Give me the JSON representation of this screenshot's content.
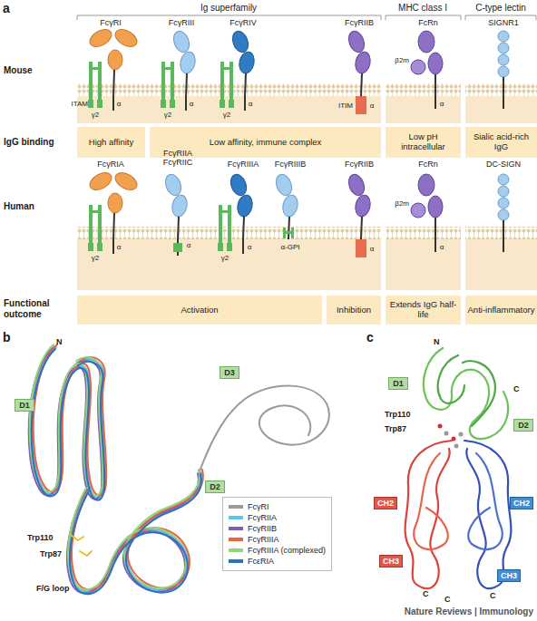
{
  "diagram": {
    "nodes": [
      {
        "text": [
          "High affinity"
        ]
      },
      {
        "text": [
          "Low affinity, immune complex"
        ]
      },
      {
        "text": [
          "Low pH intracellular"
        ]
      },
      {
        "text": [
          "Sialic acid-rich IgG"
        ]
      },
      {
        "text": [
          "Activation"
        ]
      },
      {
        "text": [
          "Inhibition"
        ]
      },
      {
        "text": [
          "Extends IgG half-life"
        ]
      },
      {
        "text": [
          "Anti-inflammatory"
        ]
      },
      {
        "text": [
          "D1"
        ]
      },
      {
        "text": [
          "D3"
        ]
      },
      {
        "text": [
          "D2"
        ]
      },
      {
        "text": [
          "D1"
        ]
      },
      {
        "text": [
          "D2"
        ]
      },
      {
        "text": [
          "CH2"
        ]
      },
      {
        "text": [
          "CH2"
        ]
      },
      {
        "text": [
          "CH3"
        ]
      },
      {
        "text": [
          "CH3"
        ]
      }
    ],
    "labels": [
      "a",
      "Ig superfamily",
      "MHC class I",
      "C-type lectin",
      "Mouse",
      "FcγRI",
      "FcγRIII",
      "FcγRIV",
      "FcγRIIB",
      "FcRn",
      "SIGNR1",
      "ITAM",
      "γ2",
      "α",
      "γ2",
      "α",
      "γ2",
      "α",
      "ITIM",
      "α",
      "β2m",
      "α",
      "IgG binding",
      "Human",
      "FcγRIA",
      "FcγRIIA FcγRIIC",
      "FcγRIIIA",
      "FcγRIIIB",
      "FcγRIIB",
      "FcRn",
      "DC-SIGN",
      "γ2",
      "α",
      "α",
      "γ2",
      "α",
      "α-GPI",
      "α",
      "β2m",
      "α",
      "Functional outcome",
      "b",
      "N",
      "Trp110",
      "Trp87",
      "F/G loop",
      "c",
      "N",
      "C",
      "Trp110",
      "Trp87",
      "C",
      "C",
      "C",
      "Nature Reviews | Immunology"
    ],
    "legend": [
      {
        "text": "FcγRI",
        "color": "#9a9a9a"
      },
      {
        "text": "FcγRIIA",
        "color": "#5cc6e6"
      },
      {
        "text": "FcγRIIB",
        "color": "#7f5fb8"
      },
      {
        "text": "FcγRIIIA",
        "color": "#e8643f"
      },
      {
        "text": "FcγRIIIA (complexed)",
        "color": "#8fd37a"
      },
      {
        "text": "FcεRIA",
        "color": "#2f6fc0"
      }
    ]
  }
}
